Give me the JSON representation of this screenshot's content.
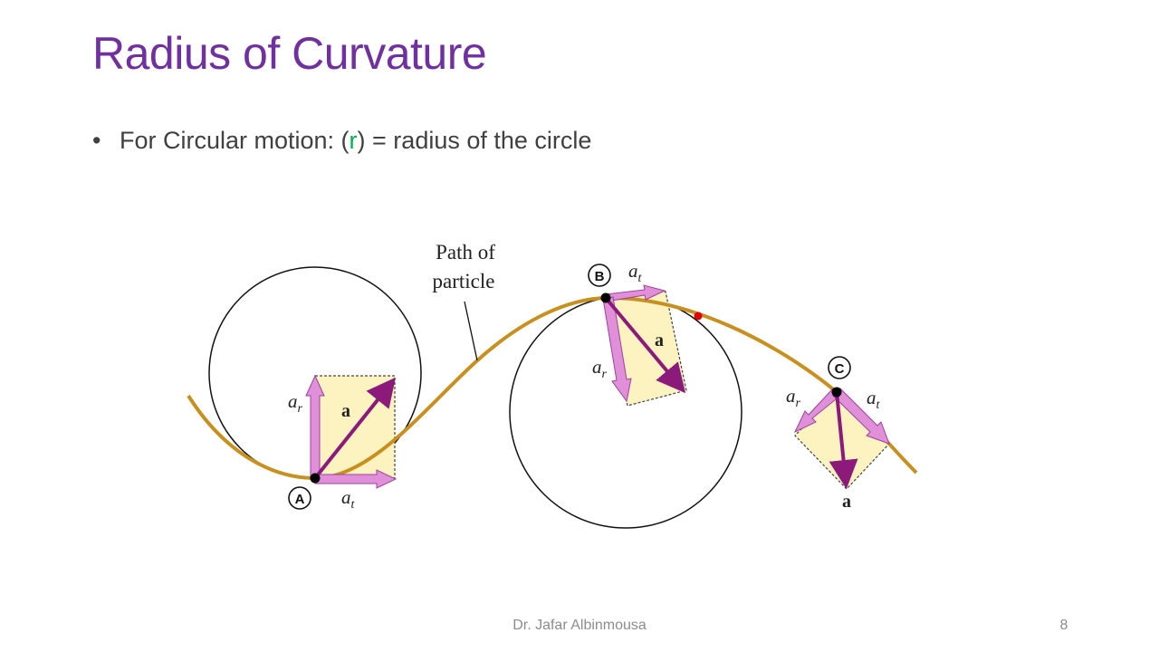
{
  "slide": {
    "title": "Radius of Curvature",
    "bullet": {
      "marker": "•",
      "prefix": "For Circular motion: (",
      "symbol": "r",
      "suffix": ") = radius of the circle"
    },
    "footer_author": "Dr. Jafar Albinmousa",
    "page_number": "8"
  },
  "figure": {
    "path_label_line1": "Path of",
    "path_label_line2": "particle",
    "point_a": "A",
    "point_b": "B",
    "point_c": "C",
    "label_a": "a",
    "label_ar": "a",
    "label_ar_sub": "r",
    "label_at": "a",
    "label_at_sub": "t",
    "colors": {
      "path": "#c8901e",
      "vector_a": "#8b1a7a",
      "component": "#e090d8",
      "component_stroke": "#a040a0",
      "fill": "#fdf3c0",
      "red_dot": "#e00000"
    }
  }
}
